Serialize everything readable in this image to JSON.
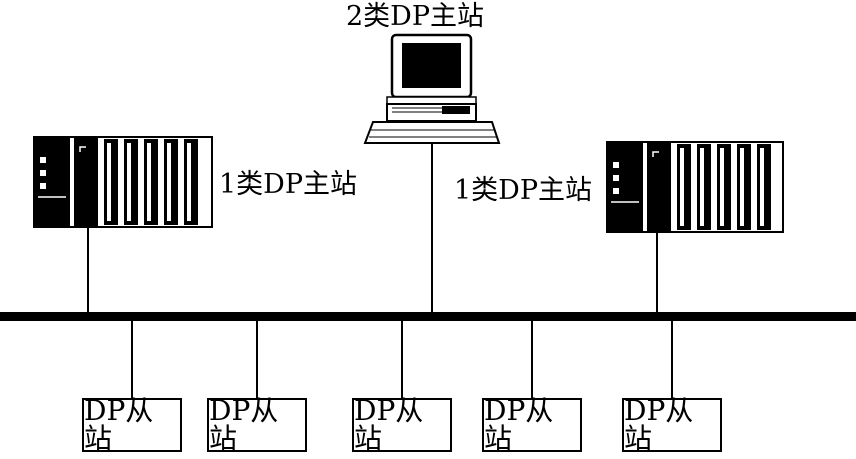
{
  "class2_master": {
    "label": "2类DP主站",
    "icon": "computer-workstation-icon"
  },
  "class1_master_left": {
    "label": "1类DP主站",
    "icon": "plc-rack-icon"
  },
  "class1_master_right": {
    "label": "1类DP主站",
    "icon": "plc-rack-icon"
  },
  "bus": {
    "color": "#000000"
  },
  "slaves": [
    {
      "label": "DP从站"
    },
    {
      "label": "DP从站"
    },
    {
      "label": "DP从站"
    },
    {
      "label": "DP从站"
    },
    {
      "label": "DP从站"
    }
  ]
}
